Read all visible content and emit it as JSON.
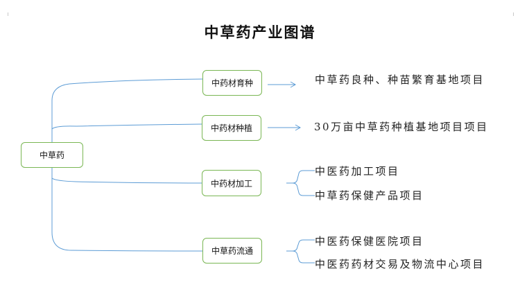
{
  "title": "中草药产业图谱",
  "root": {
    "label": "中草药"
  },
  "branches": [
    {
      "label": "中药材育种",
      "items": [
        "中草药良种、种苗繁育基地项目"
      ]
    },
    {
      "label": "中药材种植",
      "items": [
        "30万亩中草药种植基地项目项目"
      ]
    },
    {
      "label": "中药材加工",
      "items": [
        "中医药加工项目",
        "中草药保健产品项目"
      ]
    },
    {
      "label": "中草药流通",
      "items": [
        "中医药保健医院项目",
        "中医药药材交易及物流中心项目"
      ]
    }
  ],
  "colors": {
    "node_border": "#79b653",
    "connector": "#5b9bd5"
  }
}
